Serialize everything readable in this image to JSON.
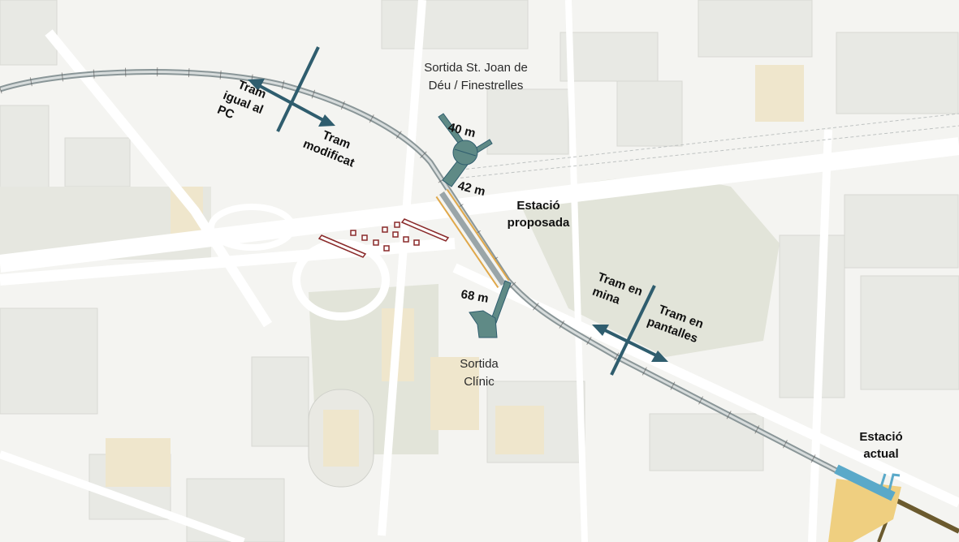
{
  "labels": {
    "exit_st_joan_line1": "Sortida St. Joan de",
    "exit_st_joan_line2": "Déu / Finestrelles",
    "dist_40": "40 m",
    "dist_42": "42 m",
    "dist_68": "68 m",
    "station_proposed_line1": "Estació",
    "station_proposed_line2": "proposada",
    "exit_clinic_line1": "Sortida",
    "exit_clinic_line2": "Clínic",
    "section_same_line1": "Tram",
    "section_same_line2": "igual al",
    "section_same_line3": "PC",
    "section_modified_line1": "Tram",
    "section_modified_line2": "modificat",
    "section_mine_line1": "Tram en",
    "section_mine_line2": "mina",
    "section_walls_line1": "Tram en",
    "section_walls_line2": "pantalles",
    "station_current_line1": "Estació",
    "station_current_line2": "actual"
  },
  "colors": {
    "background": "#f4f4f1",
    "block": "#e6e7e1",
    "park": "#e3e5da",
    "sand": "#efe6cc",
    "tunnel": "#9aa5a8",
    "teal": "#2f5d6e",
    "exit": "#5f8a86",
    "station_proposed": "#e0a84a",
    "station_current": "#5aa9c9",
    "existing_line": "#6b5a2e",
    "red": "#8a2a2a"
  }
}
